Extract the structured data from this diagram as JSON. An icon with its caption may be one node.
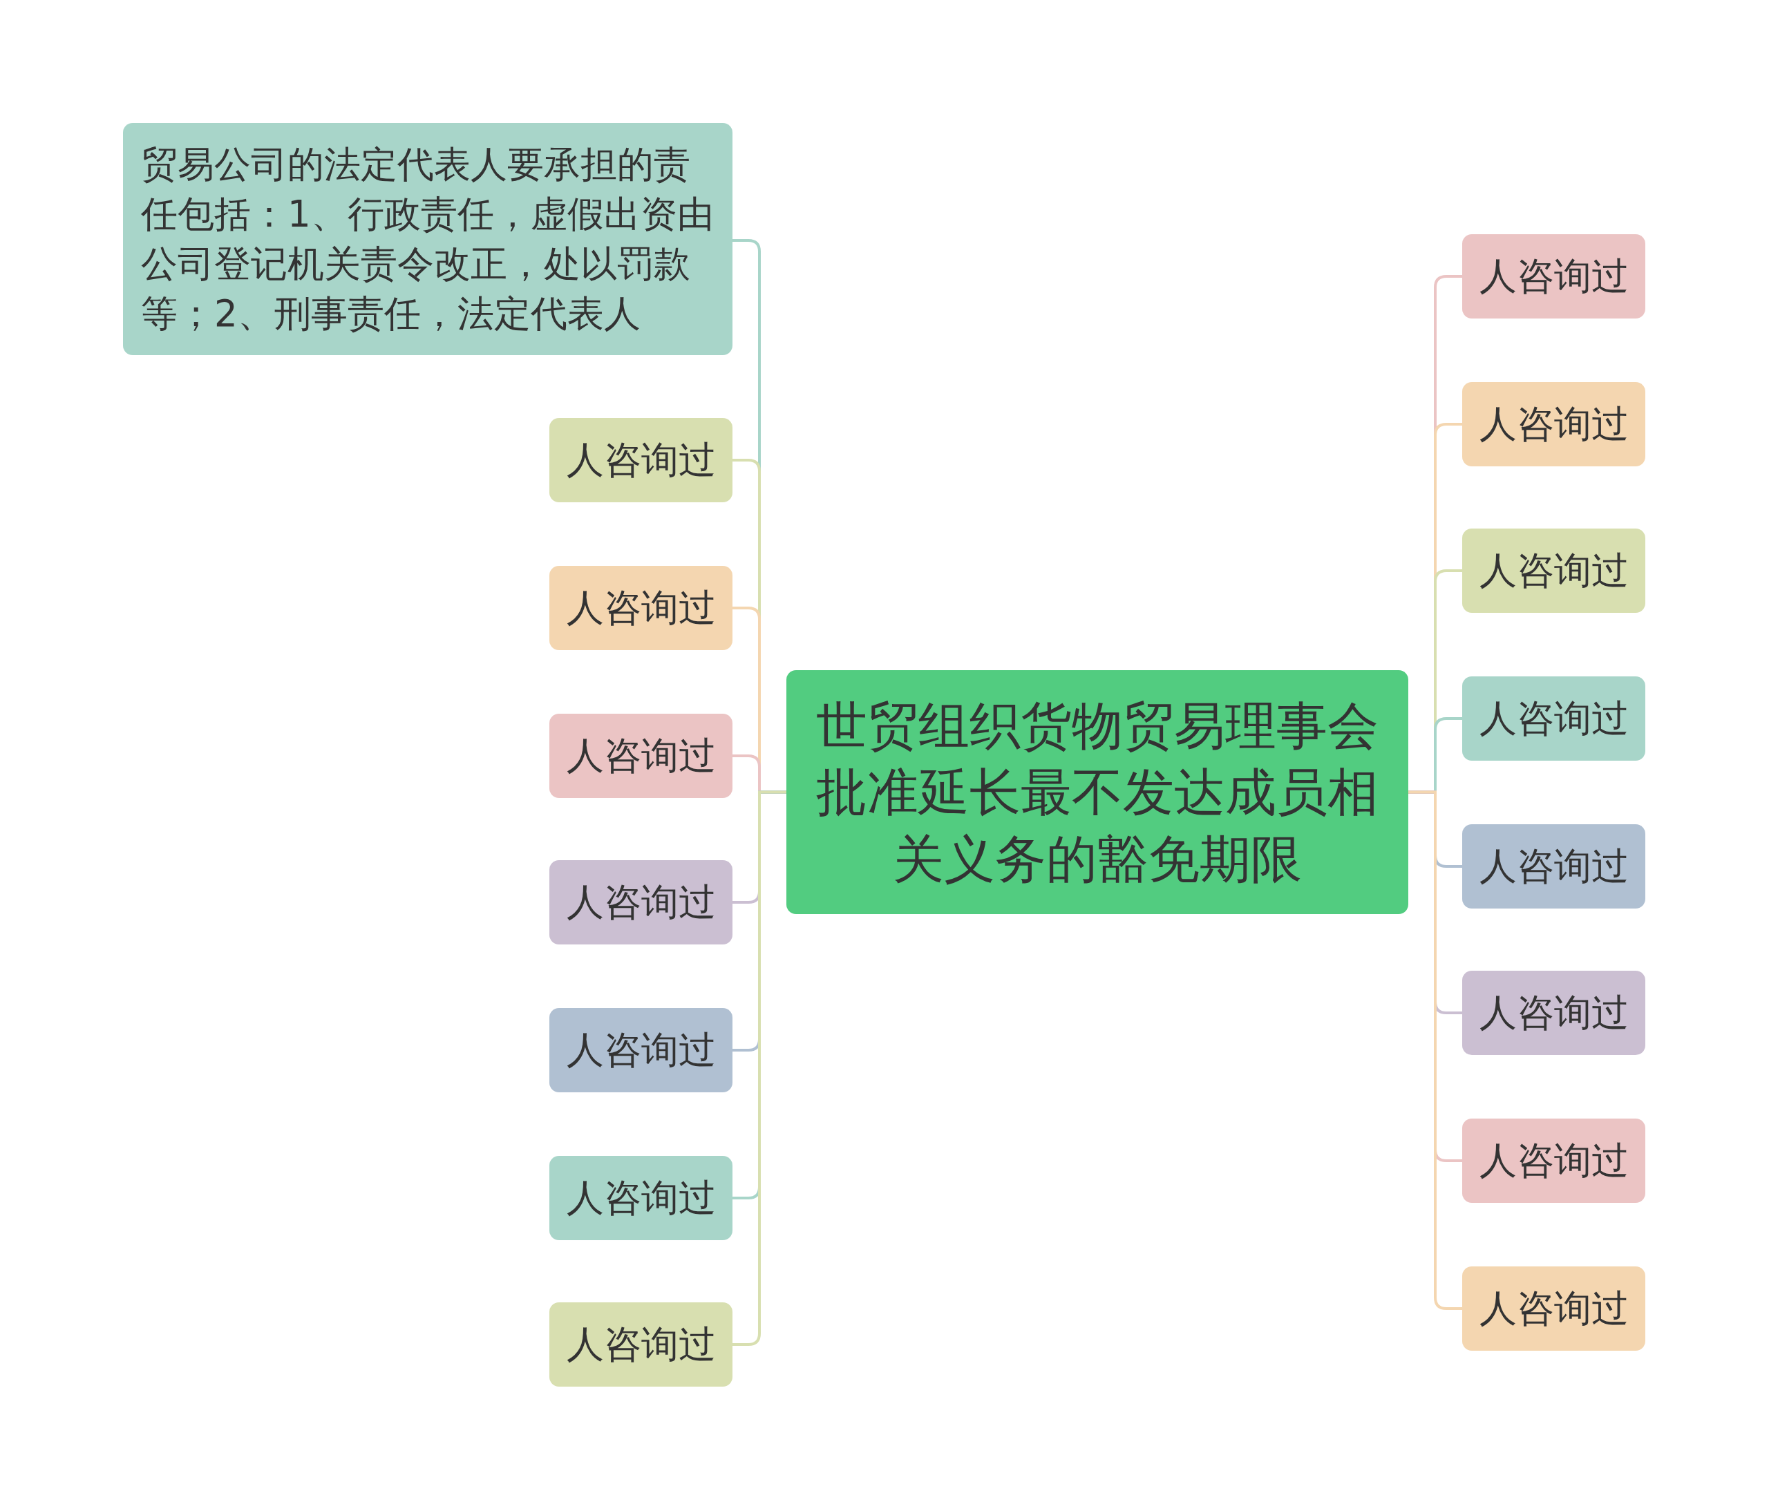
{
  "diagram": {
    "nodes": [
      {
        "text": [
          "世贸组织货物贸易理事会批准延长最不发达成员相关义务的豁免期限"
        ]
      },
      {
        "text": [
          "贸易公司的法定代表人要承担的责任包括：1、行政责任，虚假出资由公司登记机关责令改正，处以罚款等；2、刑事责任，法定代表人"
        ]
      },
      {
        "text": [
          "人咨询过"
        ]
      },
      {
        "text": [
          "人咨询过"
        ]
      },
      {
        "text": [
          "人咨询过"
        ]
      },
      {
        "text": [
          "人咨询过"
        ]
      },
      {
        "text": [
          "人咨询过"
        ]
      },
      {
        "text": [
          "人咨询过"
        ]
      },
      {
        "text": [
          "人咨询过"
        ]
      },
      {
        "text": [
          "人咨询过"
        ]
      },
      {
        "text": [
          "人咨询过"
        ]
      },
      {
        "text": [
          "人咨询过"
        ]
      },
      {
        "text": [
          "人咨询过"
        ]
      },
      {
        "text": [
          "人咨询过"
        ]
      },
      {
        "text": [
          "人咨询过"
        ]
      },
      {
        "text": [
          "人咨询过"
        ]
      },
      {
        "text": [
          "人咨询过"
        ]
      }
    ],
    "edges": [
      {
        "from": 0,
        "to": 1,
        "arrow": "none",
        "color": "#a8d5c9"
      },
      {
        "from": 0,
        "to": 2,
        "arrow": "none",
        "color": "#d8dfb0"
      },
      {
        "from": 0,
        "to": 3,
        "arrow": "none",
        "color": "#f4d6b0"
      },
      {
        "from": 0,
        "to": 4,
        "arrow": "none",
        "color": "#ebc4c4"
      },
      {
        "from": 0,
        "to": 5,
        "arrow": "none",
        "color": "#cbbfd2"
      },
      {
        "from": 0,
        "to": 6,
        "arrow": "none",
        "color": "#b0c0d2"
      },
      {
        "from": 0,
        "to": 7,
        "arrow": "none",
        "color": "#a8d5c9"
      },
      {
        "from": 0,
        "to": 8,
        "arrow": "none",
        "color": "#d8dfb0"
      },
      {
        "from": 0,
        "to": 9,
        "arrow": "none",
        "color": "#ebc4c4"
      },
      {
        "from": 0,
        "to": 10,
        "arrow": "none",
        "color": "#f4d6b0"
      },
      {
        "from": 0,
        "to": 11,
        "arrow": "none",
        "color": "#d8dfb0"
      },
      {
        "from": 0,
        "to": 12,
        "arrow": "none",
        "color": "#a8d5c9"
      },
      {
        "from": 0,
        "to": 13,
        "arrow": "none",
        "color": "#b0c0d2"
      },
      {
        "from": 0,
        "to": 14,
        "arrow": "none",
        "color": "#cbbfd2"
      },
      {
        "from": 0,
        "to": 15,
        "arrow": "none",
        "color": "#ebc4c4"
      },
      {
        "from": 0,
        "to": 16,
        "arrow": "none",
        "color": "#f4d6b0"
      }
    ]
  }
}
